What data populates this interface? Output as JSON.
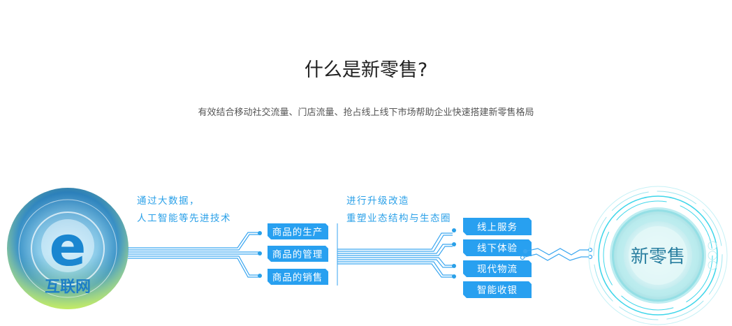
{
  "header": {
    "title": "什么是新零售?",
    "subtitle": "有效结合移动社交流量、门店流量、抢占线上线下市场帮助企业快速搭建新零售格局"
  },
  "diagram": {
    "left_node": {
      "label": "互联网",
      "logo_letter": "e"
    },
    "left_caption": [
      "通过大数据，",
      "人工智能等先进技术"
    ],
    "middle_boxes": [
      "商品的生产",
      "商品的管理",
      "商品的销售"
    ],
    "middle_caption": [
      "进行升级改造",
      "重塑业态结构与生态圈"
    ],
    "right_boxes": [
      "线上服务",
      "线下体验",
      "现代物流",
      "智能收银"
    ],
    "right_node": {
      "label": "新零售"
    }
  },
  "colors": {
    "accent": "#2aa0e8",
    "box": "#28a0f0",
    "ring": "#3fd6ea"
  }
}
